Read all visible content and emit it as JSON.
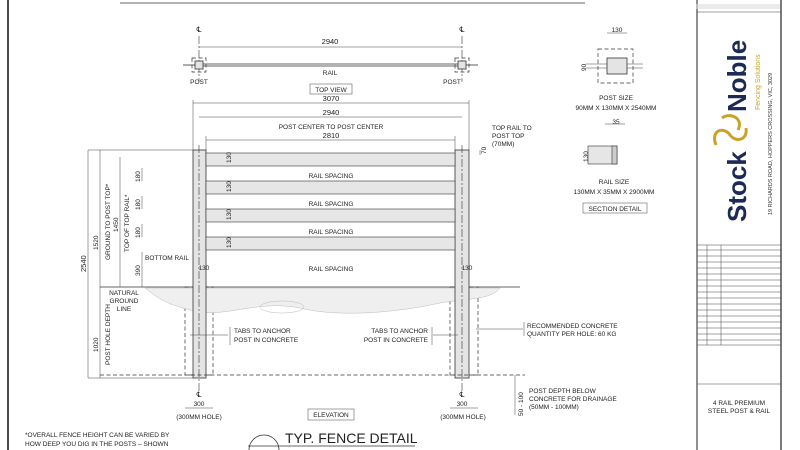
{
  "top_view": {
    "title": "TOP VIEW",
    "span": "2940",
    "rail_label": "RAIL",
    "post_label": "POST",
    "centerline_symbol": "℄"
  },
  "elevation": {
    "title": "ELEVATION",
    "overall_width": "3070",
    "post_center_span": "2940",
    "post_center_label": "POST CENTER TO POST CENTER",
    "rail_clear_span": "2810",
    "rail_spacing_label": "RAIL SPACING",
    "rail_height": "130",
    "rail_gap": "180",
    "bottom_rail_gap": "390",
    "bottom_rail_label": "BOTTOM RAIL",
    "top_rail_offset": "70",
    "top_rail_note": [
      "TOP RAIL TO",
      "POST TOP",
      "(70MM)"
    ],
    "overall_post": "2540",
    "ground_to_top": "1520",
    "ground_to_top_label": "GROUND TO POST TOP*",
    "top_of_rail": "1450",
    "top_of_rail_label": "TOP OF TOP RAIL*",
    "hole_depth": "1020",
    "hole_depth_label": "POST HOLE DEPTH",
    "ground_label": [
      "NATURAL",
      "GROUND",
      "LINE"
    ],
    "tabs_note": [
      "TABS TO ANCHOR",
      "POST IN CONCRETE"
    ],
    "concrete_note": [
      "RECOMMENDED CONCRETE",
      "QUANTITY PER HOLE: 60 KG"
    ],
    "drainage_dim": "50 - 100",
    "drainage_note": [
      "POST DEPTH BELOW",
      "CONCRETE FOR DRAINAGE",
      "(50MM - 100MM)"
    ],
    "hole_width": "300",
    "hole_label": "(300MM HOLE)"
  },
  "section_detail": {
    "title": "SECTION DETAIL",
    "post_width": "130",
    "post_depth": "90",
    "post_size_label": "POST SIZE",
    "post_size": "90MM X 130MM X 2540MM",
    "rail_thickness": "35",
    "rail_height": "130",
    "rail_size_label": "RAIL SIZE",
    "rail_size": "130MM X 35MM X 2900MM"
  },
  "detail_title": "TYP. FENCE DETAIL",
  "footnote": [
    "*OVERALL FENCE HEIGHT CAN BE VARIED BY",
    "HOW DEEP YOU DIG IN THE POSTS – SHOWN"
  ],
  "title_block": {
    "brand_word_1": "Stock",
    "brand_word_2": "Noble",
    "tagline": "Fencing Solutions",
    "address": "19 RICHARDS ROAD, HOPPERS CROSSING, VIC, 3029",
    "project_line_1": "4 RAIL PREMIUM",
    "project_line_2": "STEEL POST & RAIL",
    "brand_navy": "#1c2a55",
    "brand_gold": "#c9a227"
  }
}
